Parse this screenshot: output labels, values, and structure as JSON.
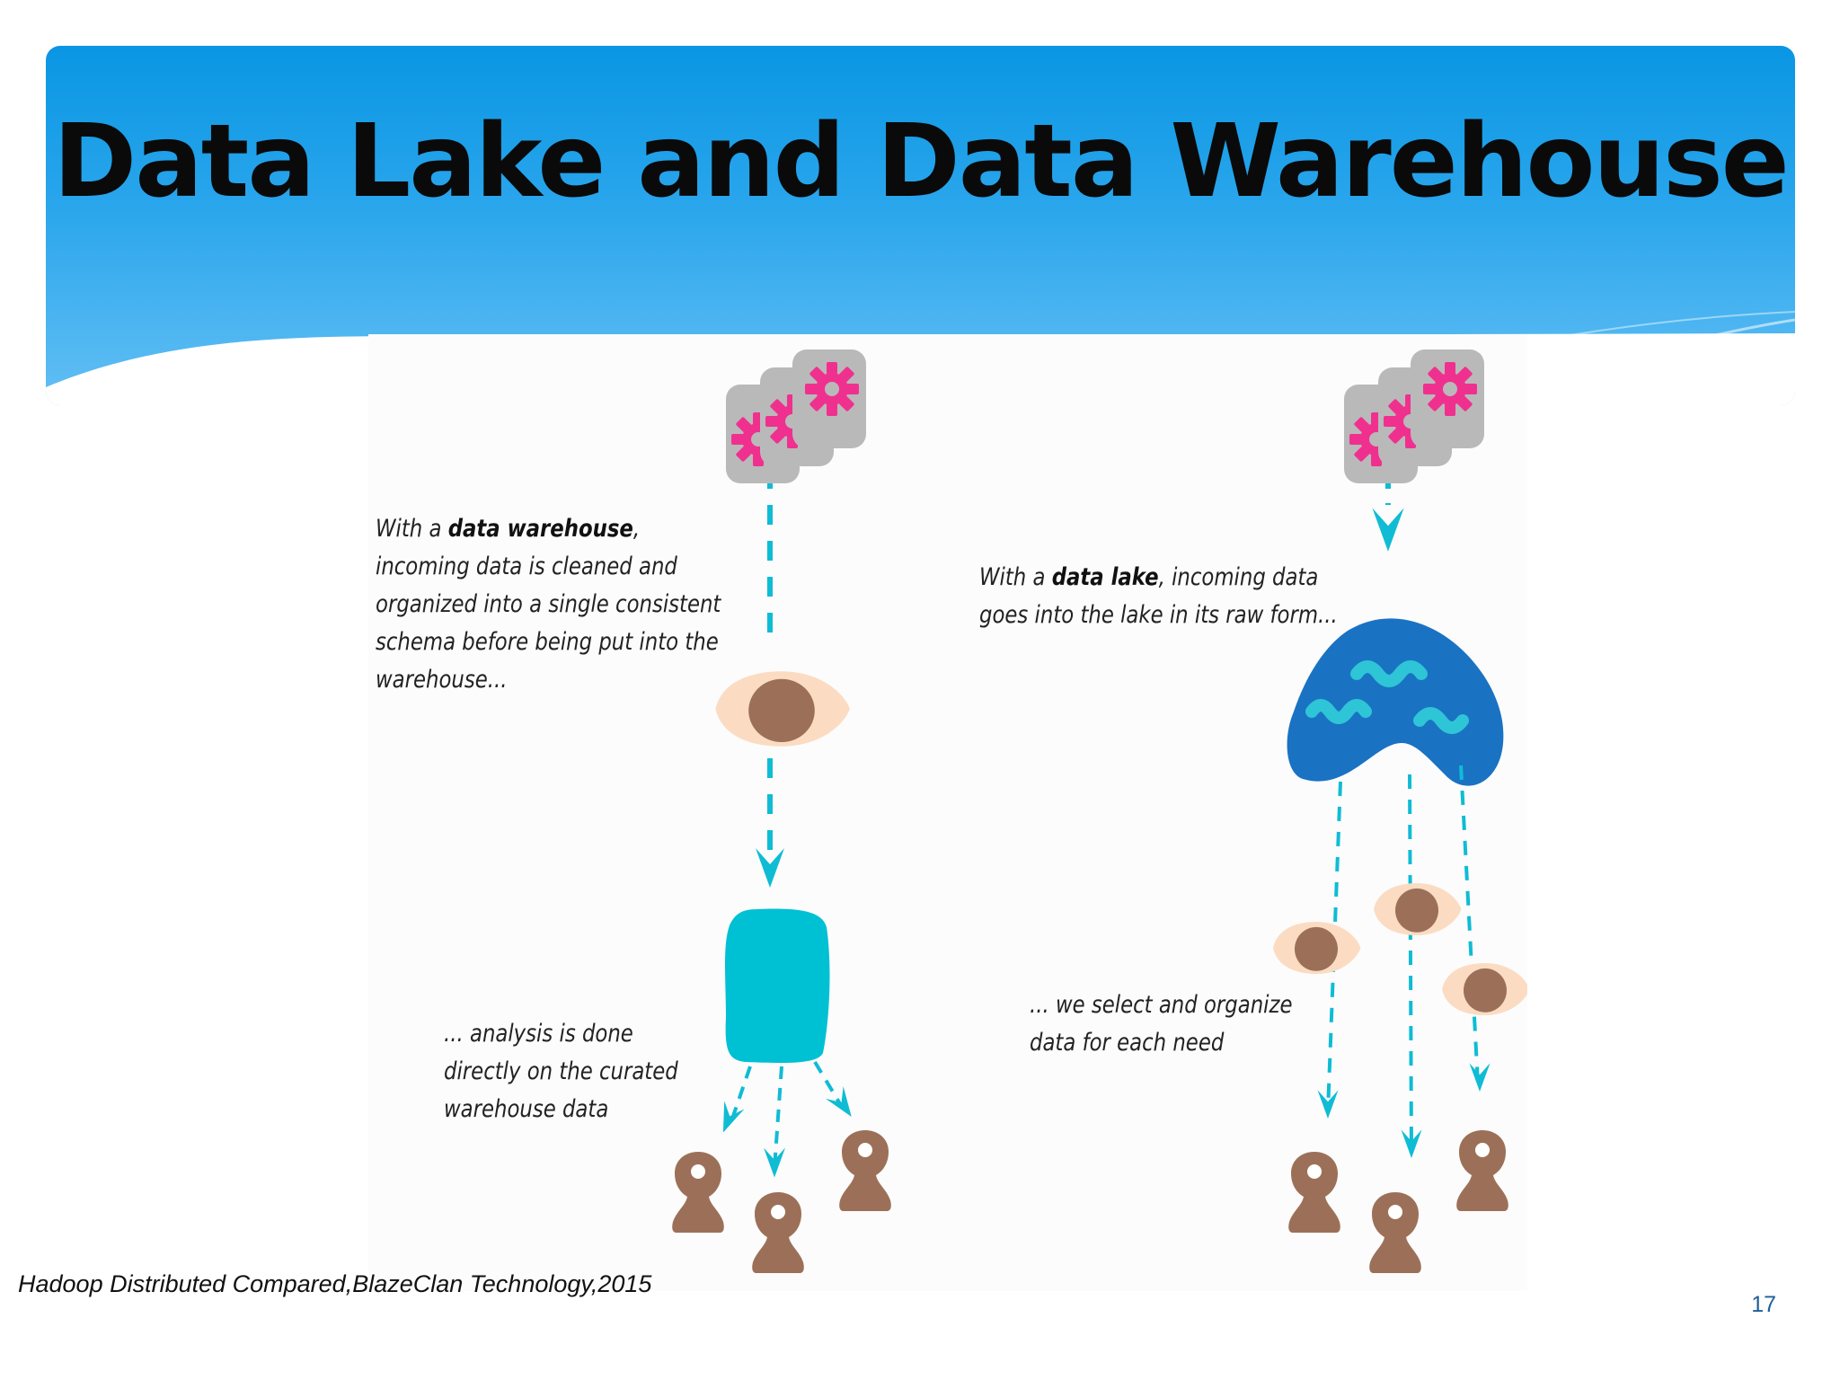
{
  "slide": {
    "title": "Data Lake and Data Warehouse",
    "credit": "Hadoop Distributed Compared,BlazeClan Technology,2015",
    "page_number": "17"
  },
  "diagram": {
    "warehouse": {
      "caption_intro": {
        "prefix": "With a ",
        "emphasis": "data warehouse",
        "suffix": ",",
        "rest_lines": [
          "incoming data is cleaned and",
          "organized into a single consistent",
          "schema before being put into the",
          "warehouse..."
        ]
      },
      "caption_analysis": [
        "... analysis is done",
        "directly on the curated",
        "warehouse data"
      ]
    },
    "lake": {
      "caption_intro": {
        "prefix": "With a ",
        "emphasis": "data lake",
        "suffix": ", incoming data",
        "rest_lines": [
          "goes into the lake in its raw form..."
        ]
      },
      "caption_select": [
        "... we select and organize",
        "data for each need"
      ]
    },
    "colors": {
      "banner_top": "#0996e3",
      "banner_bottom": "#63bff4",
      "cyan": "#0fbcd4",
      "gear": "#f0308f",
      "card": "#b9b9b9",
      "peach": "#fbdcc3",
      "brown": "#9c7058",
      "lake_blue": "#1a72c3",
      "lake_wave": "#2ec5d6"
    },
    "icons": [
      "gear-card-icon",
      "filter-eye-icon",
      "warehouse-block-icon",
      "lake-icon",
      "user-pawn-icon"
    ]
  }
}
